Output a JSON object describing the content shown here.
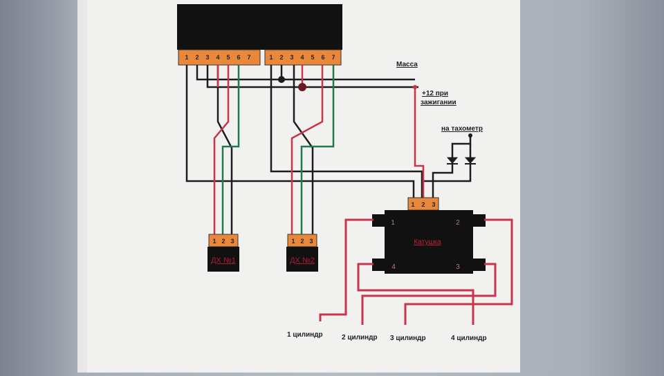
{
  "switch_boxes": [
    {
      "pins": [
        "1",
        "2",
        "3",
        "4",
        "5",
        "6",
        "7"
      ]
    },
    {
      "pins": [
        "1",
        "2",
        "3",
        "4",
        "5",
        "6",
        "7"
      ]
    }
  ],
  "labels": {
    "ground": "Масса",
    "ignition_line1": "+12 при",
    "ignition_line2": "зажигании",
    "tachometer": "на тахометр"
  },
  "sensors": [
    {
      "label": "ДХ №1",
      "pins": [
        "1",
        "2",
        "3"
      ]
    },
    {
      "label": "ДХ №2",
      "pins": [
        "1",
        "2",
        "3"
      ]
    }
  ],
  "coil": {
    "label": "Катушка",
    "pins": [
      "1",
      "2",
      "3"
    ],
    "terminals": [
      "1",
      "2",
      "4",
      "3"
    ]
  },
  "cylinders": [
    "1 цилиндр",
    "2 цилиндр",
    "3 цилиндр",
    "4 цилиндр"
  ],
  "colors": {
    "wire_black": "#1c1c1c",
    "wire_red": "#c8344a",
    "wire_green": "#1e7a4a",
    "connector_orange": "#e9883a",
    "box_black": "#111111"
  }
}
